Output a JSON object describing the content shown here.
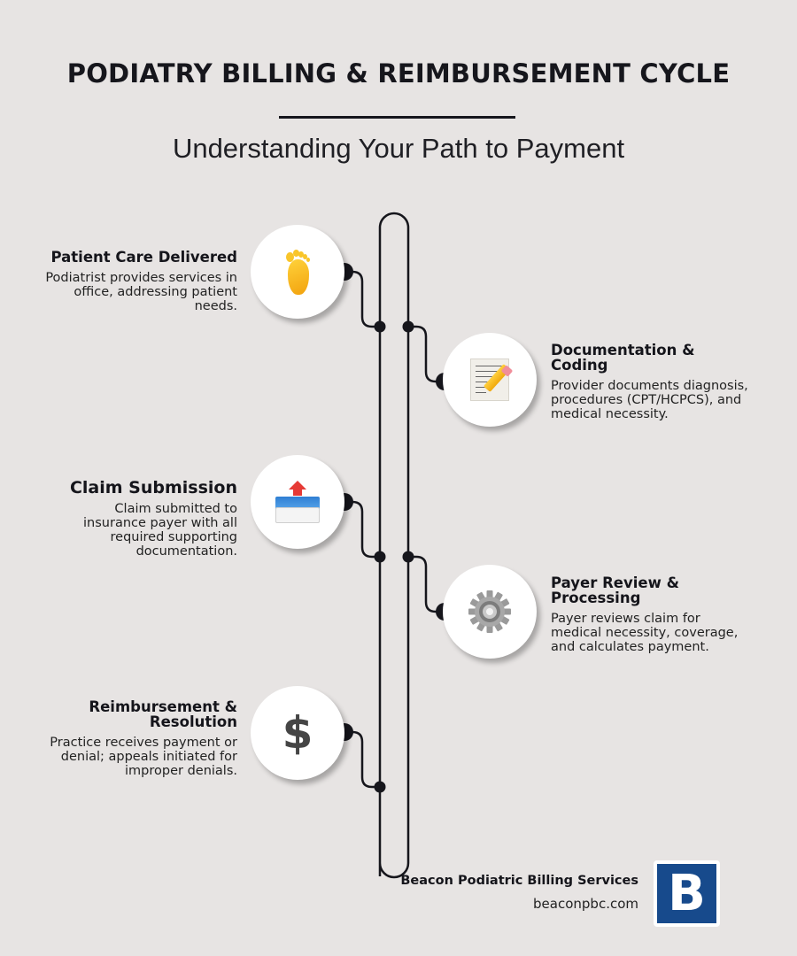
{
  "header": {
    "title": "PODIATRY BILLING & REIMBURSEMENT CYCLE",
    "subtitle": "Understanding Your Path to Payment"
  },
  "steps": [
    {
      "title": "Patient Care Delivered",
      "description": "Podiatrist provides services in office, addressing patient needs.",
      "icon": "foot-icon",
      "side": "left"
    },
    {
      "title": "Documentation & Coding",
      "description": "Provider documents diagnosis, procedures (CPT/HCPCS), and medical necessity.",
      "icon": "memo-pencil-icon",
      "side": "right"
    },
    {
      "title": "Claim Submission",
      "description": "Claim submitted to insurance payer with all required supporting documentation.",
      "icon": "outbox-tray-icon",
      "side": "left"
    },
    {
      "title": "Payer Review & Processing",
      "description": "Payer reviews claim for medical necessity, coverage, and calculates payment.",
      "icon": "gear-icon",
      "side": "right"
    },
    {
      "title": "Reimbursement & Resolution",
      "description": "Practice receives payment or denial; appeals initiated for improper denials.",
      "icon": "dollar-icon",
      "icon_glyph": "$",
      "side": "left"
    }
  ],
  "footer": {
    "company": "Beacon Podiatric Billing Services",
    "url": "beaconpbc.com",
    "logo_letter": "B",
    "logo_color": "#174a8c"
  },
  "colors": {
    "background": "#e7e4e3",
    "line": "#16161c",
    "circle": "#ffffff"
  }
}
